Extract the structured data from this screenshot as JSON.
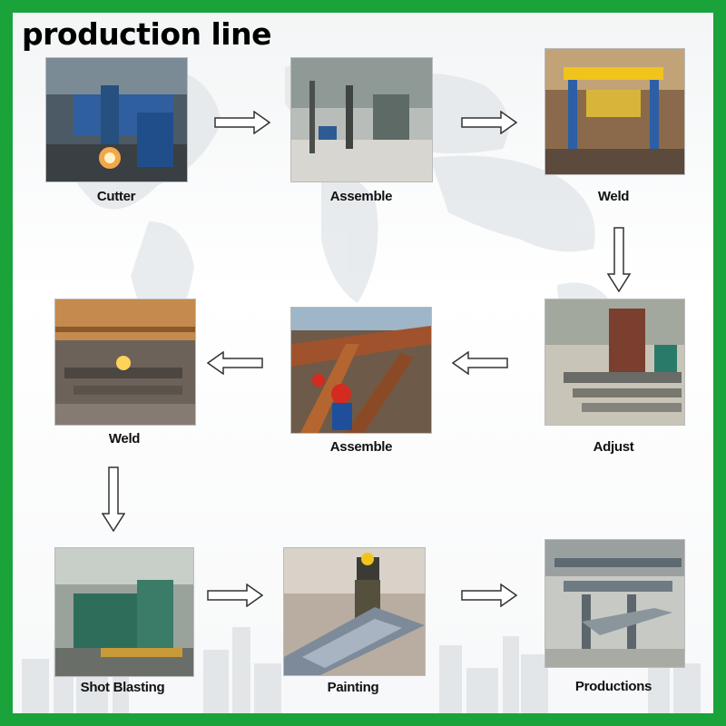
{
  "title": "production line",
  "steps": [
    {
      "label": "Cutter"
    },
    {
      "label": "Assemble"
    },
    {
      "label": "Weld"
    },
    {
      "label": "Adjust"
    },
    {
      "label": "Assemble"
    },
    {
      "label": "Weld"
    },
    {
      "label": "Shot Blasting"
    },
    {
      "label": "Painting"
    },
    {
      "label": "Productions"
    }
  ],
  "colors": {
    "frame": "#1aa33a",
    "arrow_stroke": "#333333",
    "arrow_fill": "#ffffff"
  }
}
